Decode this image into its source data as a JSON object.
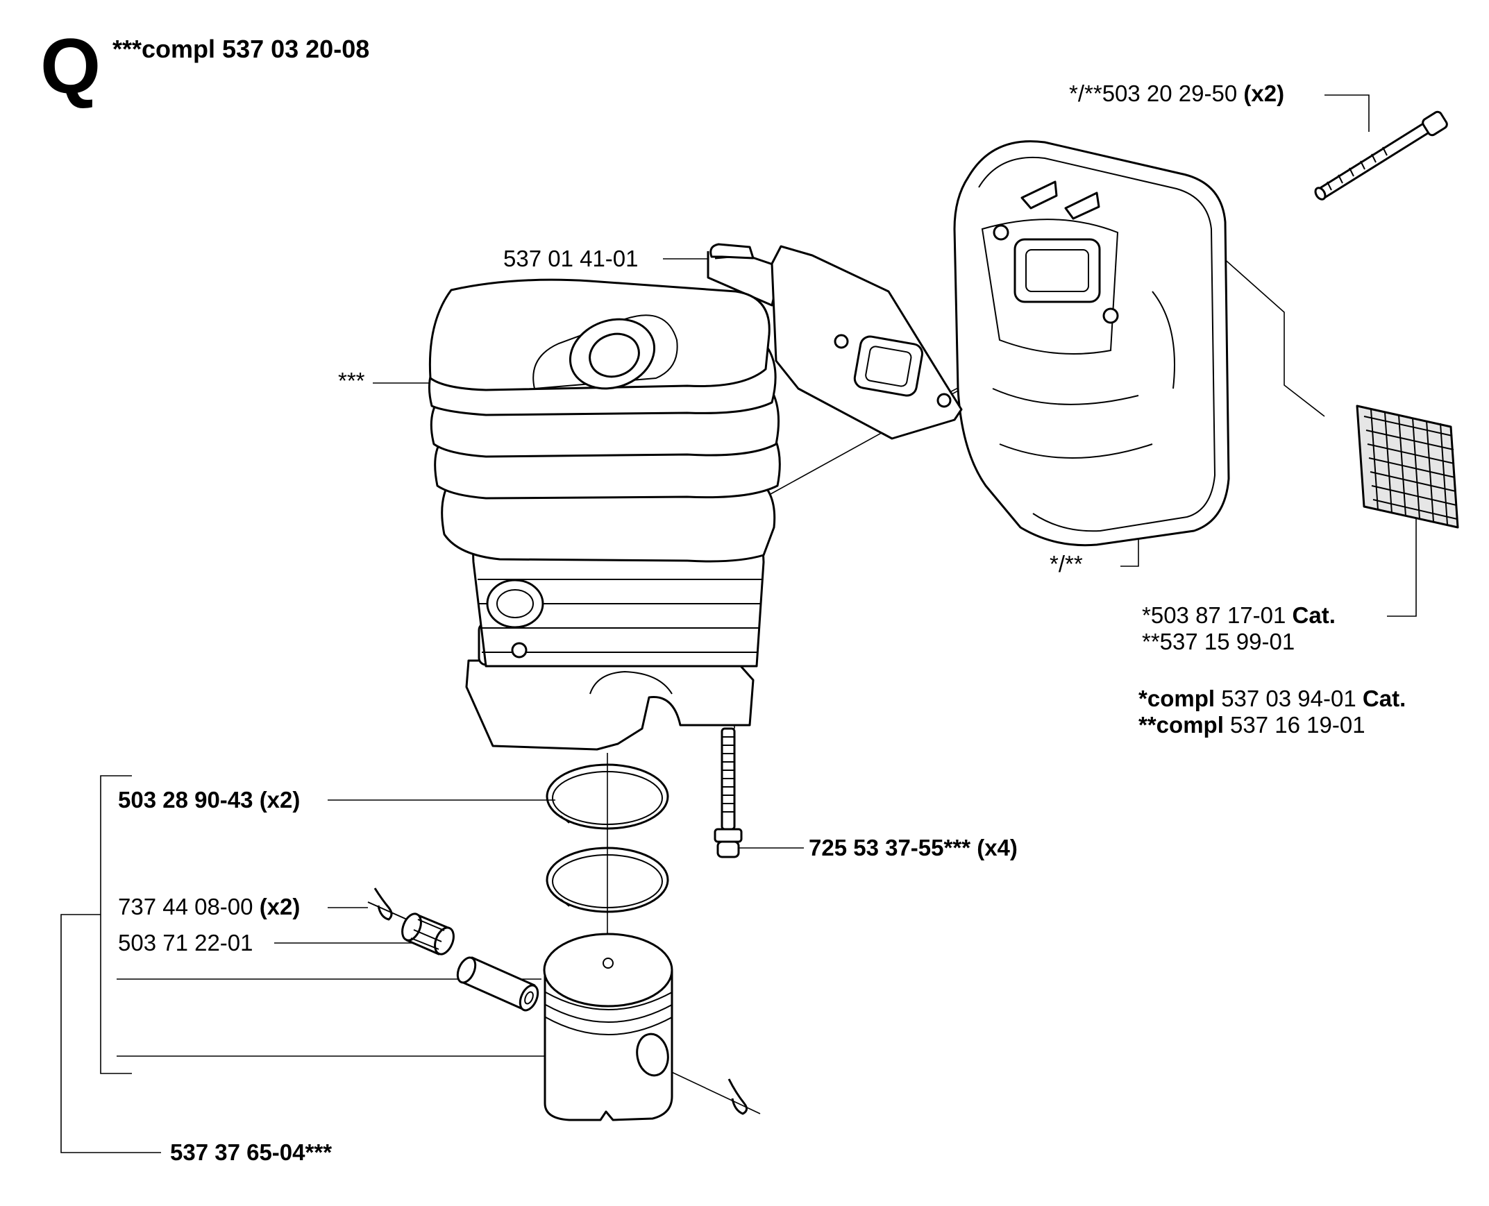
{
  "header": {
    "section_letter": "Q",
    "title": "***compl 537 03 20-08"
  },
  "labels": {
    "screw_long": {
      "prefix": "*/**503 20 29-50",
      "qty": "(x2)"
    },
    "plate": {
      "part": "537 01 41-01"
    },
    "cylinder": {
      "mark": "***"
    },
    "muffler": {
      "mark": "*/**"
    },
    "screen": {
      "line1_part": "*503 87 17-01",
      "line1_note": "Cat.",
      "line2_part": "**537 15 99-01"
    },
    "notes": {
      "n1_bold": "*compl",
      "n1_part": "537 03 94-01",
      "n1_note": "Cat.",
      "n2_bold": "**compl",
      "n2_part": "537 16 19-01"
    },
    "rings": {
      "part": "503 28 90-43",
      "qty": "(x2)"
    },
    "cyl_screw": {
      "part": "725 53 37-55***",
      "qty": "(x4)"
    },
    "circlip": {
      "part": "737 44 08-00",
      "qty": "(x2)"
    },
    "bearing": {
      "part": "503 71 22-01"
    },
    "piston_kit": {
      "part": "537 37 65-04***"
    }
  }
}
